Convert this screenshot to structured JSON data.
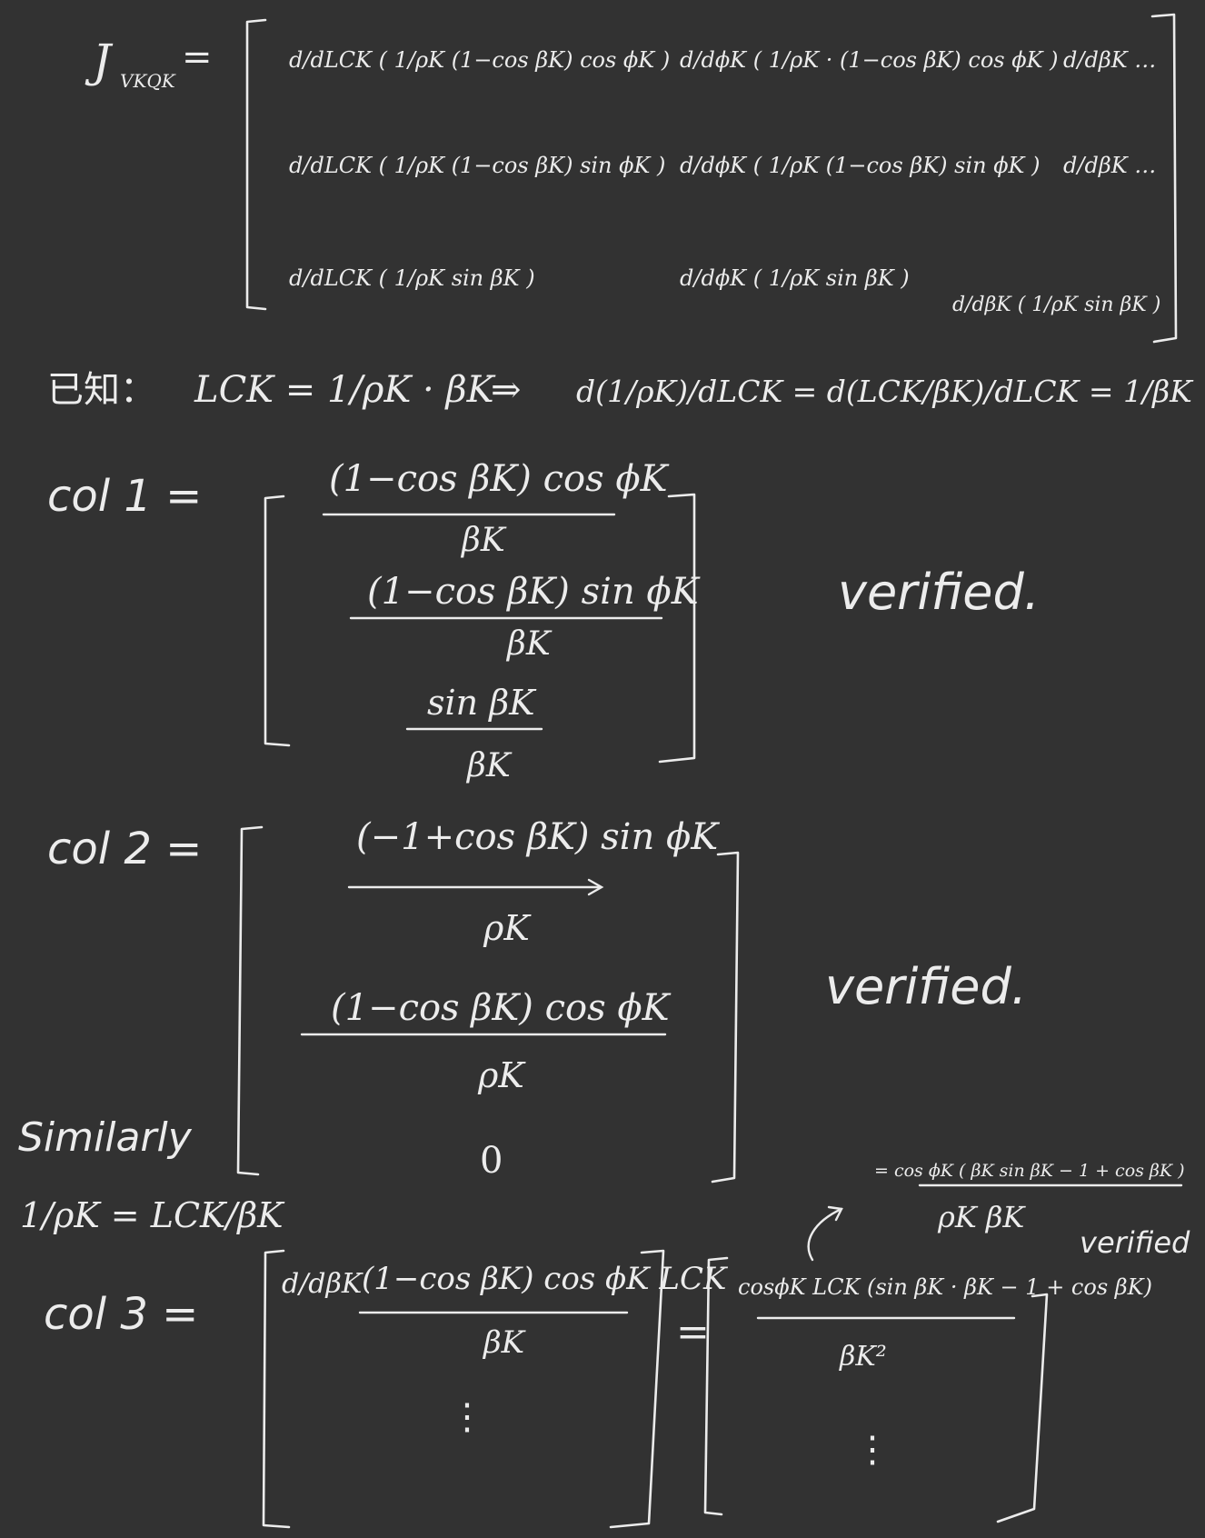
{
  "jacobian": {
    "label": "J",
    "label_sub": "VKQK",
    "equals": "=",
    "rows": [
      [
        "d/dLCK ( 1/ρK (1−cos βK) cos ϕK )",
        "d/dϕK ( 1/ρK · (1−cos βK) cos ϕK )",
        "d/dβK …"
      ],
      [
        "d/dLCK ( 1/ρK (1−cos βK) sin ϕK )",
        "d/dϕK ( 1/ρK (1−cos βK) sin ϕK )",
        "d/dβK …"
      ],
      [
        "d/dLCK ( 1/ρK sin βK )",
        "d/dϕK ( 1/ρK sin βK )",
        "d/dβK ( 1/ρK sin βK )"
      ]
    ]
  },
  "known": {
    "prefix": "已知：",
    "relation": "LCK = 1/ρK · βK",
    "implies": "⇒",
    "derivative": "d(1/ρK)/dLCK = d(LCK/βK)/dLCK = 1/βK"
  },
  "col1": {
    "label": "col 1 =",
    "entries": [
      {
        "num": "(1−cos βK) cos ϕK",
        "den": "βK"
      },
      {
        "num": "(1−cos βK) sin ϕK",
        "den": "βK"
      },
      {
        "num": "sin βK",
        "den": "βK"
      }
    ],
    "note": "verified."
  },
  "col2": {
    "label": "col 2 =",
    "entries": [
      {
        "num": "(−1+cos βK) sin ϕK",
        "den": "ρK"
      },
      {
        "num": "(1−cos βK) cos ϕK",
        "den": "ρK"
      },
      {
        "num": "",
        "den": "0"
      }
    ],
    "note": "verified."
  },
  "similarly": {
    "word": "Similarly",
    "relation": "1/ρK = LCK/βK"
  },
  "col3": {
    "label": "col 3 =",
    "left_prefix": "d/dβK",
    "left_num": "(1−cos βK) cos ϕK LCK",
    "left_den": "βK",
    "dots": "⋮",
    "equals": "=",
    "right_num": "cosϕK LCK (sin βK · βK − 1 + cos βK)",
    "right_den": "βK²",
    "simplified_num": "= cos ϕK ( βK sin βK − 1 + cos βK )",
    "simplified_den": "ρK βK",
    "note": "verified"
  }
}
